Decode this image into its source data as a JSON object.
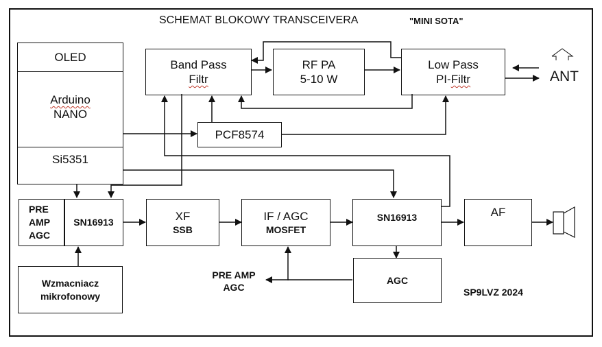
{
  "title": {
    "main": "SCHEMAT BLOKOWY TRANSCEIVERA",
    "project": "\"MINI SOTA\""
  },
  "blocks": {
    "oled": {
      "label": "OLED"
    },
    "arduino": {
      "line1": "Arduino",
      "line2": "NANO"
    },
    "si5351": {
      "label": "Si5351"
    },
    "band_pass": {
      "line1": "Band Pass",
      "line2": "Filtr"
    },
    "rf_pa": {
      "line1": "RF PA",
      "line2": "5-10 W"
    },
    "low_pass": {
      "line1": "Low Pass",
      "line2_prefix": "PI-",
      "line2_word": "Filtr"
    },
    "pcf8574": {
      "label": "PCF8574"
    },
    "pre_amp_agc_tx": {
      "line1": "PRE",
      "line2": "AMP",
      "line3": "AGC"
    },
    "sn16913_tx": {
      "label": "SN16913"
    },
    "mic_amp": {
      "line1": "Wzmacniacz",
      "line2": "mikrofonowy"
    },
    "xf": {
      "line1": "XF",
      "line2": "SSB"
    },
    "if_agc": {
      "line1": "IF / AGC",
      "line2": "MOSFET"
    },
    "sn16913_rx": {
      "label": "SN16913"
    },
    "af": {
      "label": "AF"
    },
    "agc": {
      "label": "AGC"
    }
  },
  "labels": {
    "antenna": "ANT",
    "pre_amp_agc": "PRE AMP AGC",
    "signature": "SP9LVZ 2024"
  },
  "icons": {
    "antenna": "antenna-icon",
    "speaker": "speaker-icon"
  },
  "colors": {
    "line": "#111111",
    "background": "#ffffff",
    "spellcheck_underline": "#c0392b"
  }
}
